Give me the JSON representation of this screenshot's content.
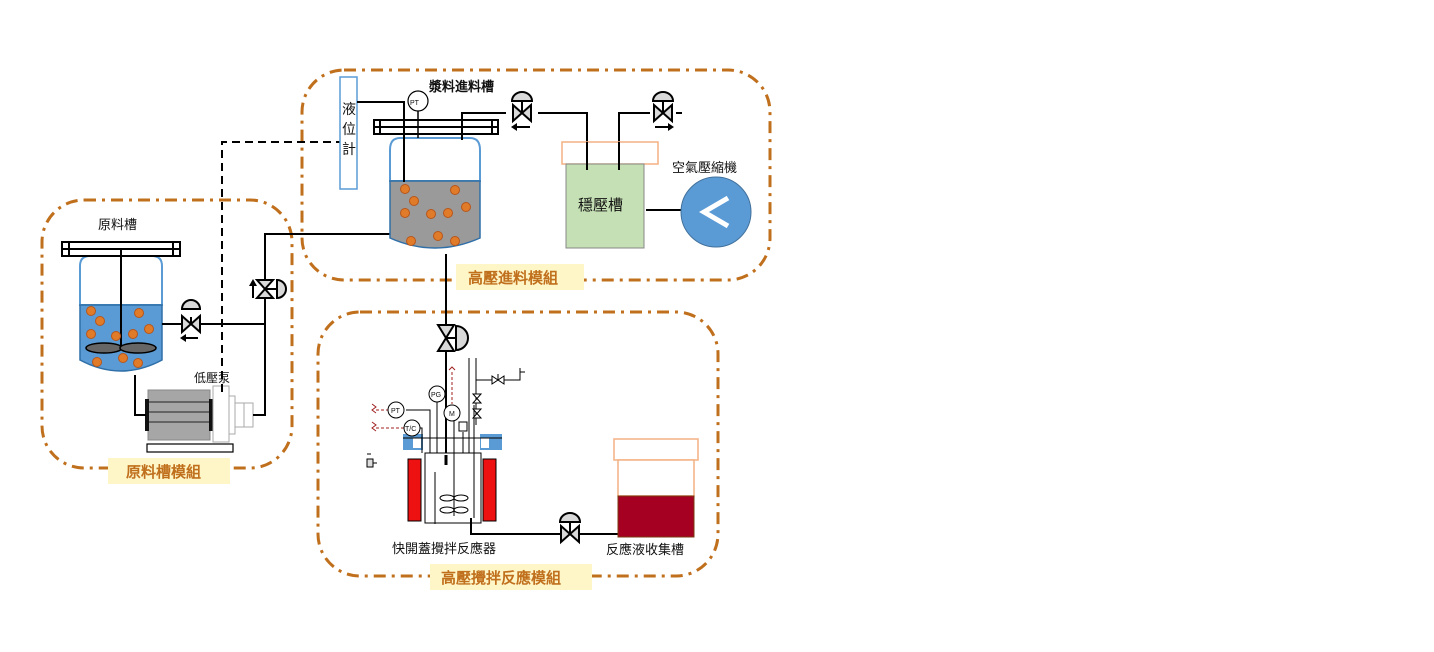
{
  "diagram": {
    "title": "High-pressure slurry feed and stirred reactor process flow",
    "modules": [
      {
        "id": "raw",
        "label": "原料槽模組"
      },
      {
        "id": "feed",
        "label": "高壓進料模組"
      },
      {
        "id": "reactor",
        "label": "高壓攪拌反應模組"
      }
    ],
    "equipment": {
      "raw_tank": "原料槽",
      "low_pressure_pump": "低壓泵",
      "slurry_feed_tank": "漿料進料槽",
      "level_gauge": "液位計",
      "surge_tank": "穩壓槽",
      "air_compressor": "空氣壓縮機",
      "reactor": "快開蓋攪拌反應器",
      "collection_tank": "反應液收集槽"
    },
    "instruments": {
      "pt_feed": "PT",
      "pt_reactor": "PT",
      "pg": "PG",
      "motor": "M",
      "tc": "T/C"
    },
    "colors": {
      "module_border": "#c0701c",
      "module_label_bg": "#fff6c8",
      "raw_liquid": "#5b9bd5",
      "slurry": "#9a9a9a",
      "particle": "#e07b2a",
      "surge_tank": "#c5e0b4",
      "compressor": "#5b9bd5",
      "heater": "#ee1111",
      "reactor_flange": "#5b9bd5",
      "product_liquid": "#a50021"
    }
  }
}
